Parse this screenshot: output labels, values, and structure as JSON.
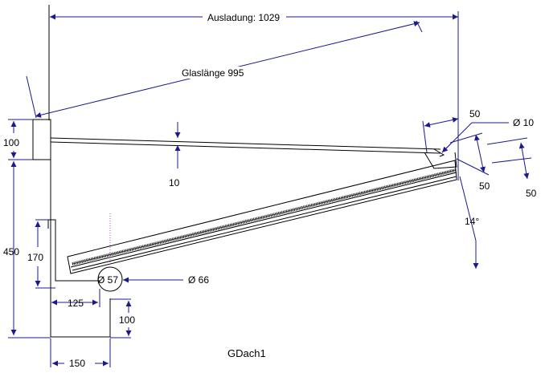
{
  "drawing": {
    "title": "GDach1",
    "colors": {
      "structure": "#000000",
      "dimension": "#1a1a8c",
      "hatch": "#222222",
      "accent": "#cc44cc"
    }
  },
  "dimensions": {
    "overhang": "Ausladung:  1029",
    "glass_length": "Glaslänge 995",
    "beam_height": "100",
    "total_height": "450",
    "gutter_top": "170",
    "gutter_offset": "125",
    "gutter_depth": "100",
    "gutter_width": "150",
    "rod_thickness": "10",
    "rod_diameter": "Ø 10",
    "end_top": "50",
    "end_a": "50",
    "end_b": "50",
    "angle": "14°",
    "pipe_inner": "Ø 57",
    "pipe_outer": "Ø 66"
  }
}
